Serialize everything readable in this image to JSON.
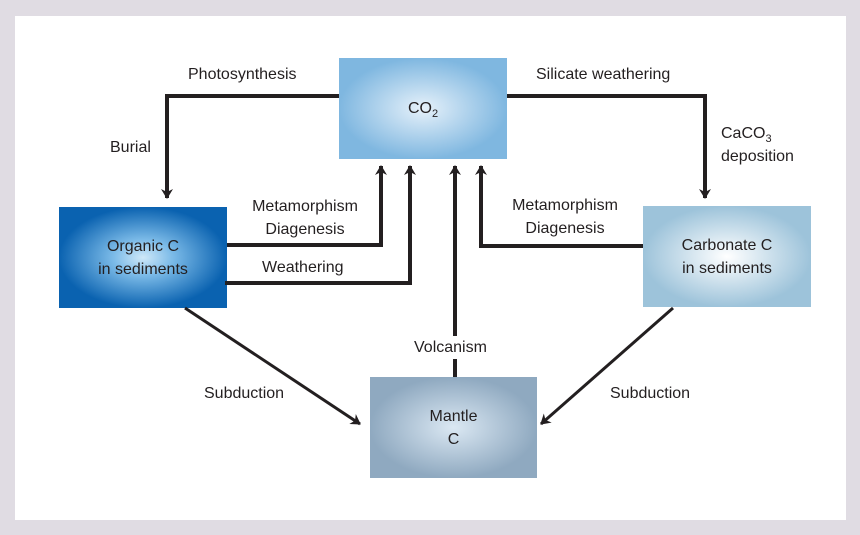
{
  "nodes": {
    "co2": {
      "label": "CO",
      "sub": "2"
    },
    "organic": {
      "line1": "Organic C",
      "line2": "in sediments"
    },
    "carbonate": {
      "line1": "Carbonate C",
      "line2": "in sediments"
    },
    "mantle": {
      "line1": "Mantle",
      "line2": "C"
    }
  },
  "labels": {
    "photosynthesis": "Photosynthesis",
    "burial": "Burial",
    "silicate_weathering": "Silicate weathering",
    "caco3_main": "CaCO",
    "caco3_sub": "3",
    "deposition": "deposition",
    "metamorphism_left": "Metamorphism",
    "diagenesis_left": "Diagenesis",
    "weathering": "Weathering",
    "metamorphism_right": "Metamorphism",
    "diagenesis_right": "Diagenesis",
    "volcanism": "Volcanism",
    "subduction_left": "Subduction",
    "subduction_right": "Subduction"
  },
  "colors": {
    "co2": "#7fb7e0",
    "organic": "#0a62b0",
    "carbonate": "#9dc3da",
    "mantle": "#8fa9c0",
    "arrow": "#231f20"
  }
}
